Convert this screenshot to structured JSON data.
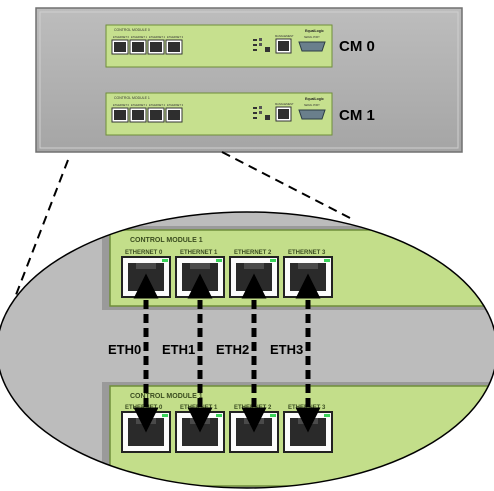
{
  "chassis": {
    "modules": [
      {
        "label": "CM 0",
        "module_title": "CONTROL MODULE 0",
        "ports": [
          "ETHERNET 0",
          "ETHERNET 1",
          "ETHERNET 2",
          "ETHERNET 3"
        ],
        "mgmt_label": "MANAGEMENT",
        "serial_label": "SERIAL PORT",
        "brand": "EqualLogic"
      },
      {
        "label": "CM 1",
        "module_title": "CONTROL MODULE 1",
        "ports": [
          "ETHERNET 0",
          "ETHERNET 1",
          "ETHERNET 2",
          "ETHERNET 3"
        ],
        "mgmt_label": "MANAGEMENT",
        "serial_label": "SERIAL PORT",
        "brand": "EqualLogic"
      }
    ]
  },
  "zoom": {
    "top_module_title": "CONTROL MODULE 1",
    "bottom_module_title": "CONTROL MODULE 1",
    "port_labels": [
      "ETHERNET 0",
      "ETHERNET 1",
      "ETHERNET 2",
      "ETHERNET 3"
    ],
    "links": [
      "ETH0",
      "ETH1",
      "ETH2",
      "ETH3"
    ]
  },
  "colors": {
    "chassis": "#a9a9a9",
    "module_green": "#c3df8c",
    "zoom_bg": "#bdbdbd",
    "arrow": "#000000"
  }
}
